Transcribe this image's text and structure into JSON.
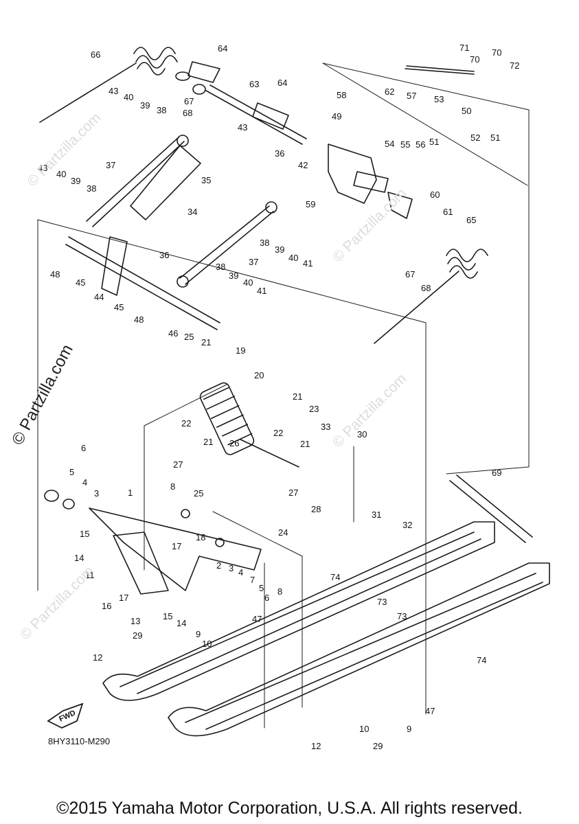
{
  "diagram": {
    "drawing_code": "8HY3110-M290",
    "copyright": "©2015 Yamaha Motor Corporation, U.S.A. All rights reserved.",
    "watermark": "© Partzilla.com",
    "fwd_label": "FWD",
    "callouts": [
      "1",
      "2",
      "3",
      "4",
      "5",
      "6",
      "7",
      "8",
      "9",
      "10",
      "11",
      "12",
      "13",
      "14",
      "15",
      "16",
      "17",
      "18",
      "19",
      "20",
      "21",
      "22",
      "23",
      "24",
      "25",
      "26",
      "27",
      "28",
      "29",
      "30",
      "31",
      "32",
      "33",
      "34",
      "35",
      "36",
      "37",
      "38",
      "39",
      "40",
      "41",
      "42",
      "43",
      "44",
      "45",
      "46",
      "47",
      "48",
      "49",
      "50",
      "51",
      "52",
      "53",
      "54",
      "55",
      "56",
      "57",
      "58",
      "59",
      "60",
      "61",
      "62",
      "63",
      "64",
      "65",
      "66",
      "67",
      "68",
      "69",
      "70",
      "71",
      "72",
      "73",
      "74"
    ]
  }
}
